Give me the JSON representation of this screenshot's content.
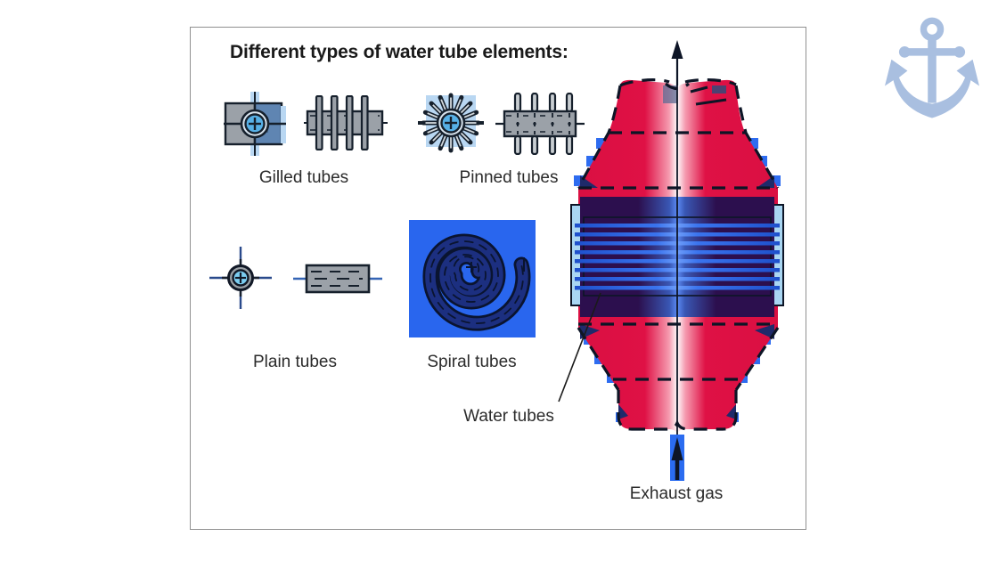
{
  "header": {
    "title": "Different types of water tube elements:"
  },
  "tube_types": [
    {
      "id": "gilled",
      "label": "Gilled tubes"
    },
    {
      "id": "pinned",
      "label": "Pinned tubes"
    },
    {
      "id": "plain",
      "label": "Plain tubes"
    },
    {
      "id": "spiral",
      "label": "Spiral tubes"
    }
  ],
  "boiler_diagram": {
    "water_tubes_label": "Water tubes",
    "exhaust_gas_label": "Exhaust gas",
    "flow_direction": "upward"
  },
  "icons": {
    "anchor": "anchor-icon",
    "gilled_cross_section": "gilled-tube-cross-section-icon",
    "gilled_side_view": "gilled-tube-side-view-icon",
    "pinned_cross_section": "pinned-tube-cross-section-icon",
    "pinned_side_view": "pinned-tube-side-view-icon",
    "plain_cross_section": "plain-tube-cross-section-icon",
    "plain_side_view": "plain-tube-side-view-icon",
    "spiral_tube": "spiral-tube-icon"
  },
  "colors": {
    "boiler_red": "#dd1043",
    "tube_blue": "#2b6cf0",
    "casing_dark_purple": "#2c0f4e",
    "header_light_blue": "#a9d6f2",
    "pale_blue": "#b9d7f2",
    "tube_gray": "#9ba1a8",
    "spiral_background": "#2966ee",
    "spiral_tube": "#1c2f80",
    "anchor_blue": "#a9bfe0"
  }
}
